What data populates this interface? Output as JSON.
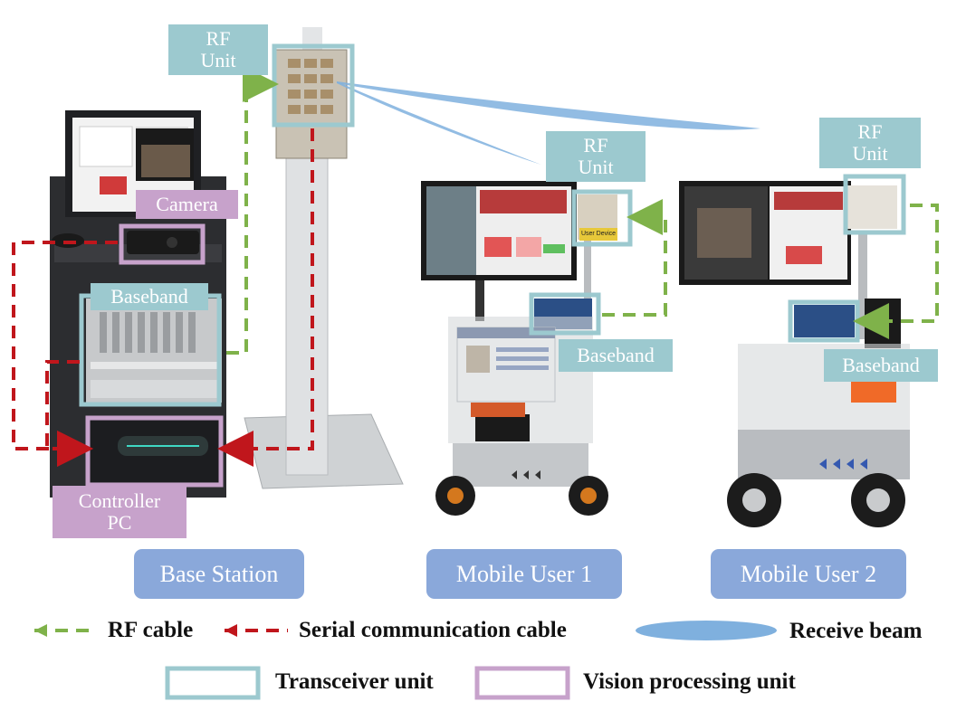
{
  "labels": {
    "rf_unit_base": [
      "RF",
      "Unit"
    ],
    "rf_unit_user1": [
      "RF",
      "Unit"
    ],
    "rf_unit_user2": [
      "RF",
      "Unit"
    ],
    "camera": "Camera",
    "baseband_base": "Baseband",
    "baseband_user1": "Baseband",
    "baseband_user2": "Baseband",
    "controller_pc": [
      "Controller",
      "PC"
    ]
  },
  "stations": {
    "base_station": "Base Station",
    "mobile_user_1": "Mobile User 1",
    "mobile_user_2": "Mobile User 2"
  },
  "legend": {
    "rf_cable": "RF cable",
    "serial_cable": "Serial communication cable",
    "receive_beam": "Receive beam",
    "transceiver_unit": "Transceiver unit",
    "vision_unit": "Vision processing unit"
  },
  "device_text": {
    "user_device_tag": "User Device"
  },
  "colors": {
    "transceiver_box": "#9cc9cf",
    "vision_box": "#c7a2cb",
    "station_label": "#8aa8da",
    "rf_cable": "#7fb24a",
    "serial_cable": "#c0161c",
    "beam": "#7fb0de"
  }
}
